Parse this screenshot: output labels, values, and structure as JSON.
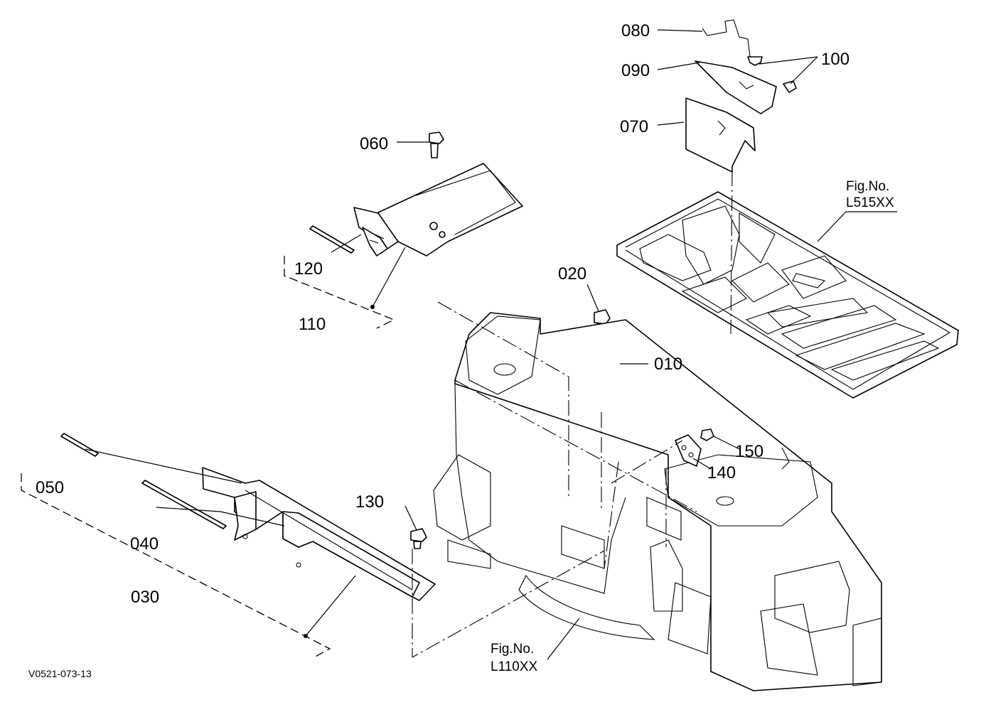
{
  "drawing_code": "V0521-073-13",
  "parts": [
    {
      "number": "010"
    },
    {
      "number": "020"
    },
    {
      "number": "030"
    },
    {
      "number": "040"
    },
    {
      "number": "050"
    },
    {
      "number": "060"
    },
    {
      "number": "070"
    },
    {
      "number": "080"
    },
    {
      "number": "090"
    },
    {
      "number": "100"
    },
    {
      "number": "110"
    },
    {
      "number": "120"
    },
    {
      "number": "130"
    },
    {
      "number": "140"
    },
    {
      "number": "150"
    }
  ],
  "figure_refs": [
    {
      "line1": "Fig.No.",
      "line2": "L515XX"
    },
    {
      "line1": "Fig.No.",
      "line2": "L110XX"
    }
  ]
}
